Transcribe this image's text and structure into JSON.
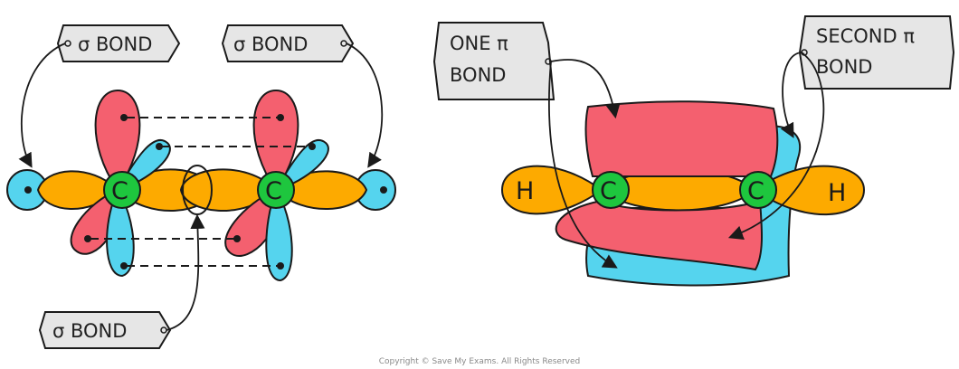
{
  "labels": {
    "sigma_left_top": "σ BOND",
    "sigma_right_top": "σ BOND",
    "sigma_bottom": "σ BOND",
    "pi_one_line1": "ONE π",
    "pi_one_line2": "BOND",
    "pi_second_line1": "SECOND π",
    "pi_second_line2": "BOND"
  },
  "atoms": {
    "left_carbon_1": "C",
    "left_carbon_2": "C",
    "right_carbon_1": "C",
    "right_carbon_2": "C",
    "right_hydrogen_1": "H",
    "right_hydrogen_2": "H"
  },
  "footer": {
    "copyright": "Copyright © Save My Exams. All Rights Reserved"
  },
  "colors": {
    "orange_sp2": "#fdaa00",
    "red_p": "#f4606f",
    "cyan_s": "#55d4ee",
    "green_carbon": "#1ec63e",
    "label_box": "#e6e6e6",
    "outline": "#1a1a1a"
  }
}
